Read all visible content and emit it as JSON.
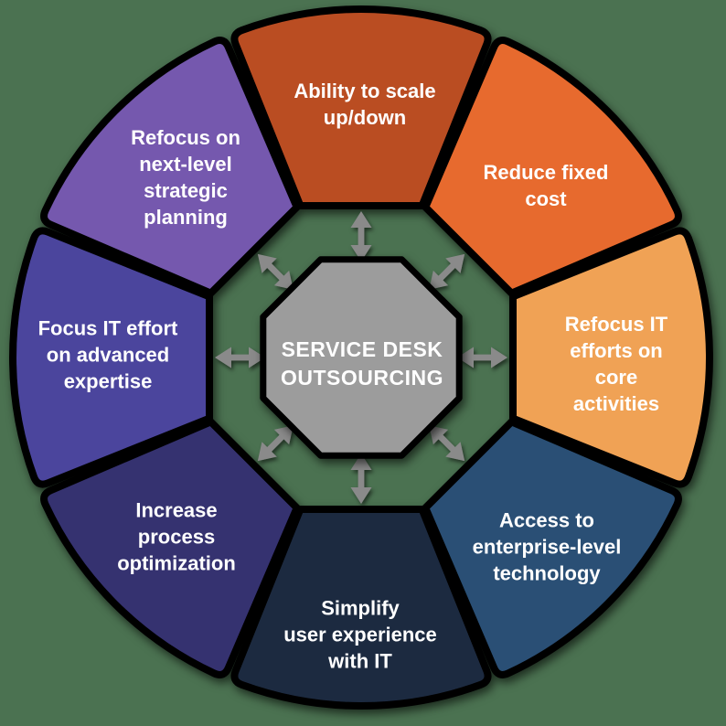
{
  "background_color": "#4b7251",
  "wheel": {
    "outline_color": "#000000",
    "arrow_color": "#8a8a8a",
    "center": {
      "title": "SERVICE DESK\nOUTSOURCING",
      "fill": "#9c9c9c",
      "text_color": "#ffffff"
    },
    "segments": [
      {
        "id": "ability-to-scale",
        "position": "top",
        "label": "Ability to scale\nup/down",
        "color": "#ba4d24"
      },
      {
        "id": "reduce-fixed-cost",
        "position": "top-right",
        "label": "Reduce fixed\ncost",
        "color": "#e76a2d"
      },
      {
        "id": "refocus-it-efforts-core",
        "position": "right",
        "label": "Refocus IT\nefforts on core\nactivities",
        "color": "#f0a254"
      },
      {
        "id": "access-enterprise-technology",
        "position": "bottom-right",
        "label": "Access to\nenterprise-level\ntechnology",
        "color": "#2b4f74"
      },
      {
        "id": "simplify-user-experience",
        "position": "bottom",
        "label": "Simplify\nuser experience\nwith IT",
        "color": "#1f2a40"
      },
      {
        "id": "increase-process-optimization",
        "position": "bottom-left",
        "label": "Increase\nprocess\noptimization",
        "color": "#353070"
      },
      {
        "id": "focus-it-effort-expertise",
        "position": "left",
        "label": "Focus IT effort\non advanced\nexpertise",
        "color": "#4b459d"
      },
      {
        "id": "refocus-strategic-planning",
        "position": "top-left",
        "label": "Refocus on\nnext-level\nstrategic\nplanning",
        "color": "#7458ae"
      }
    ]
  }
}
